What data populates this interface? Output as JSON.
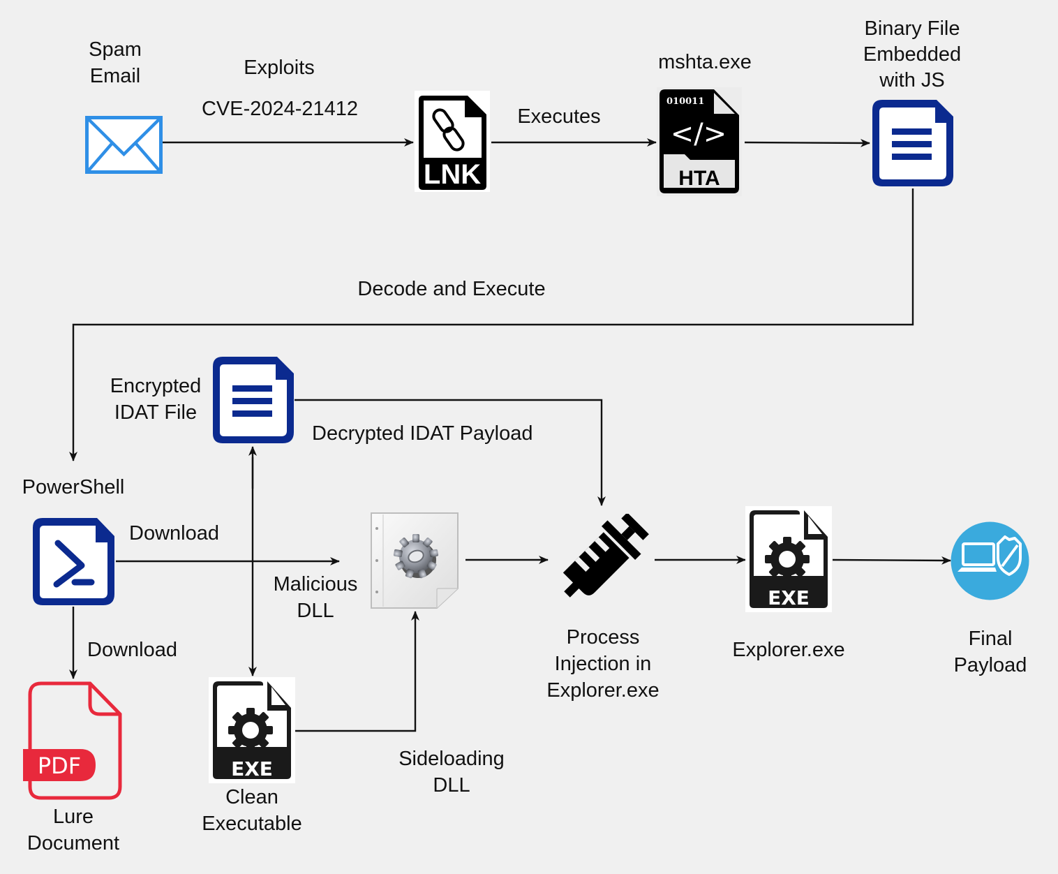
{
  "diagram": {
    "colors": {
      "background": "#f0f0f0",
      "edge": "#111111",
      "doc_blue": "#0b2a8f",
      "email_blue": "#2f8fe6",
      "pdf_red": "#e8293c",
      "payload_blue": "#3aaadd",
      "file_black": "#1a1a1a"
    },
    "nodes": {
      "spam_email": {
        "label": [
          "Spam",
          "Email"
        ],
        "icon": "envelope-icon"
      },
      "lnk_file": {
        "label": [],
        "icon": "lnk-file-icon",
        "badge": "LNK"
      },
      "mshta": {
        "label": [
          "mshta.exe"
        ],
        "icon": "hta-file-icon",
        "badge": "HTA",
        "binary_text": "010011",
        "code_glyph": "</>"
      },
      "binary_file": {
        "label": [
          "Binary File",
          "Embedded",
          "with JS"
        ],
        "icon": "document-icon"
      },
      "powershell": {
        "label": [
          "PowerShell"
        ],
        "icon": "powershell-icon"
      },
      "encrypted_idat": {
        "label": [
          "Encrypted",
          "IDAT File"
        ],
        "icon": "document-icon"
      },
      "malicious_dll": {
        "label": [
          "Malicious",
          "DLL"
        ],
        "icon": "dll-gear-file-icon"
      },
      "process_injection": {
        "label": [
          "Process",
          "Injection in",
          "Explorer.exe"
        ],
        "icon": "syringe-icon"
      },
      "explorer_exe": {
        "label": [
          "Explorer.exe"
        ],
        "icon": "exe-file-icon",
        "badge": "EXE"
      },
      "final_payload": {
        "label": [
          "Final",
          "Payload"
        ],
        "icon": "laptop-shield-icon"
      },
      "lure_document": {
        "label": [
          "Lure",
          "Document"
        ],
        "icon": "pdf-file-icon",
        "badge": "PDF"
      },
      "clean_executable": {
        "label": [
          "Clean",
          "Executable"
        ],
        "icon": "exe-file-icon",
        "badge": "EXE"
      }
    },
    "edges": [
      {
        "from": "spam_email",
        "to": "lnk_file",
        "label": [
          "Exploits",
          "CVE-2024-21412"
        ]
      },
      {
        "from": "lnk_file",
        "to": "mshta",
        "label": [
          "Executes"
        ]
      },
      {
        "from": "mshta",
        "to": "binary_file",
        "label": []
      },
      {
        "from": "binary_file",
        "to": "powershell",
        "label": [
          "Decode and Execute"
        ]
      },
      {
        "from": "powershell",
        "to": "malicious_dll",
        "label": [
          "Download"
        ]
      },
      {
        "from": "powershell",
        "to": "lure_document",
        "label": [
          "Download"
        ]
      },
      {
        "from": "encrypted_idat",
        "to": "clean_executable",
        "label": [],
        "bidirectional": true
      },
      {
        "from": "encrypted_idat",
        "to": "process_injection",
        "label": [
          "Decrypted IDAT Payload"
        ]
      },
      {
        "from": "clean_executable",
        "to": "malicious_dll",
        "label": [
          "Sideloading",
          "DLL"
        ]
      },
      {
        "from": "malicious_dll",
        "to": "process_injection",
        "label": []
      },
      {
        "from": "process_injection",
        "to": "explorer_exe",
        "label": []
      },
      {
        "from": "explorer_exe",
        "to": "final_payload",
        "label": []
      }
    ]
  }
}
